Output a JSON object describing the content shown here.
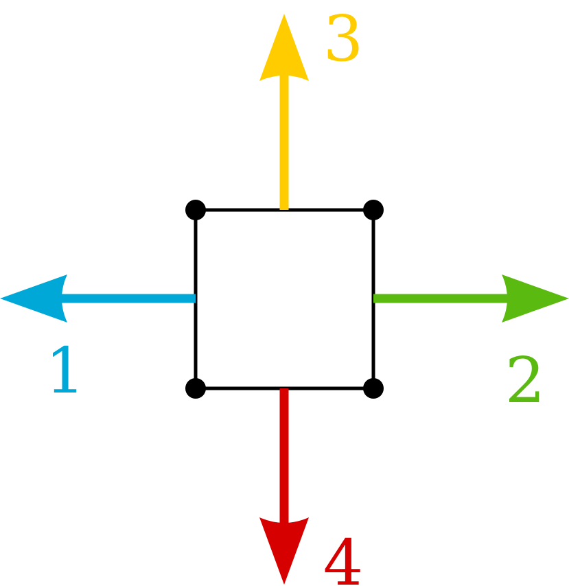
{
  "labels": {
    "left": "1",
    "right": "2",
    "up": "3",
    "down": "4"
  },
  "colors": {
    "left": "#00A8D8",
    "right": "#5BBA10",
    "up": "#FFCC00",
    "down": "#D60000",
    "square": "#000000"
  },
  "icons": {
    "left": "arrow-left-icon",
    "right": "arrow-right-icon",
    "up": "arrow-up-icon",
    "down": "arrow-down-icon",
    "corner": "dot-icon"
  }
}
